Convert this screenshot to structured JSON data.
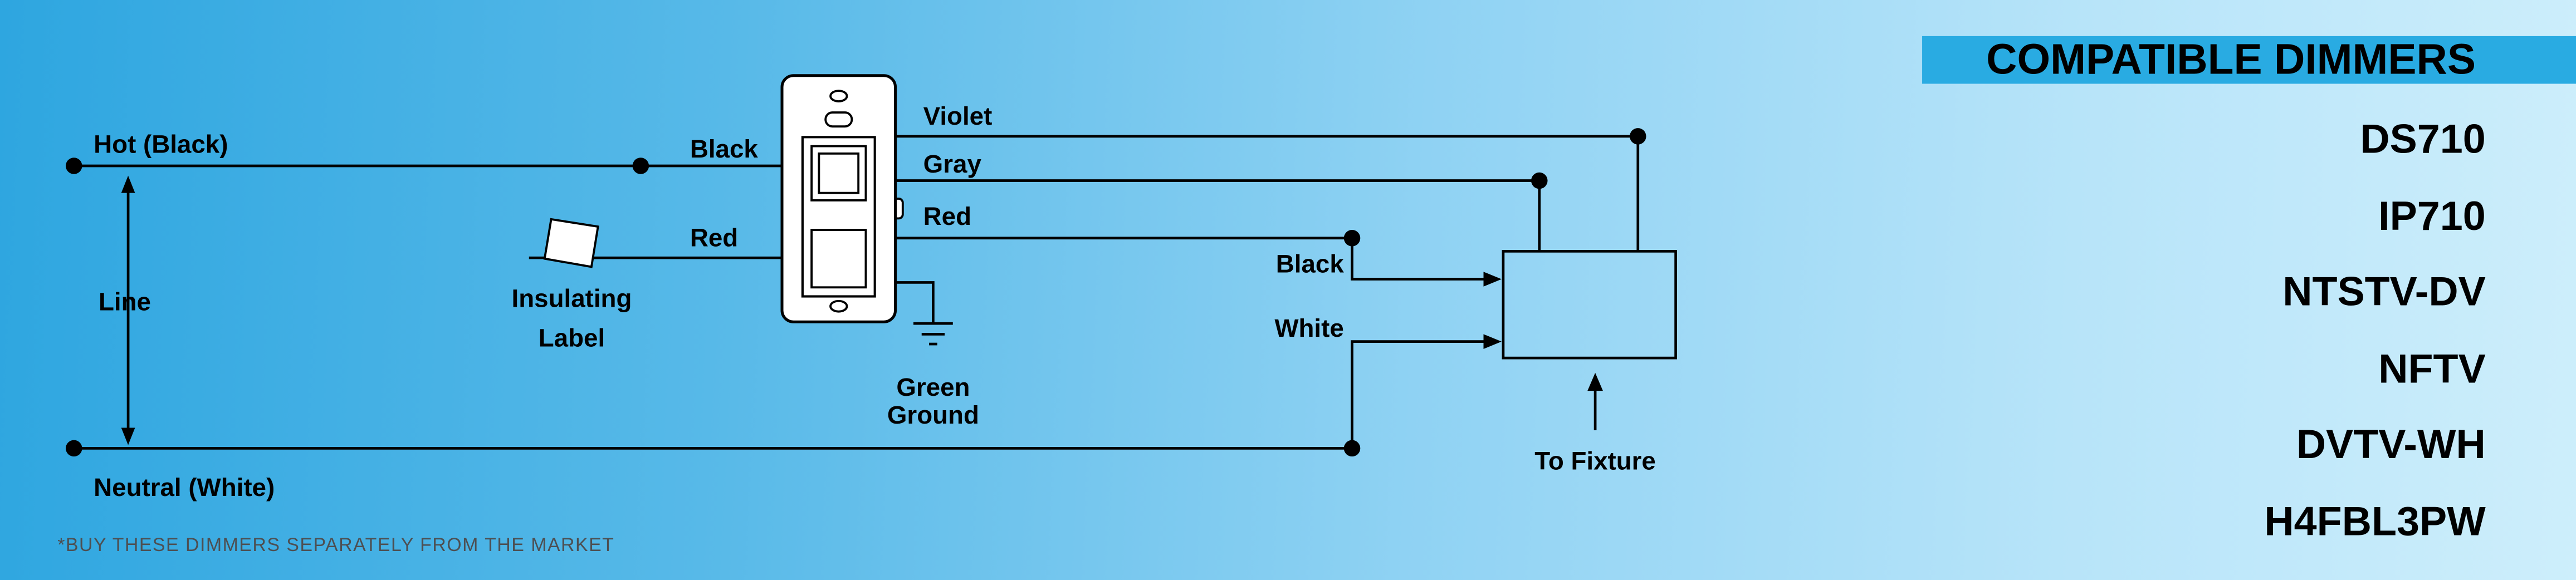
{
  "colors": {
    "bg-left": "#2ea6e0",
    "bg-mid": "#8fd2f3",
    "bg-right": "#cdeefb",
    "header-bar": "#29abe2",
    "wire": "#000000",
    "footnote-text": "#4d4f52"
  },
  "diagram": {
    "supply": {
      "hot_label": "Hot (Black)",
      "line_label": "Line",
      "neutral_label": "Neutral (White)"
    },
    "switch_inputs": {
      "black_label": "Black",
      "red_label": "Red",
      "insulating_label_line1": "Insulating",
      "insulating_label_line2": "Label"
    },
    "switch_outputs": {
      "violet_label": "Violet",
      "gray_label": "Gray",
      "red_label": "Red",
      "ground_label_line1": "Green",
      "ground_label_line2": "Ground"
    },
    "fixture": {
      "black_label": "Black",
      "white_label": "White",
      "to_fixture_label": "To Fixture"
    },
    "footnote": "*BUY THESE DIMMERS SEPARATELY FROM THE MARKET"
  },
  "compatible_dimmers": {
    "title": "COMPATIBLE DIMMERS",
    "items": [
      "DS710",
      "IP710",
      "NTSTV-DV",
      "NFTV",
      "DVTV-WH",
      "H4FBL3PW"
    ]
  }
}
